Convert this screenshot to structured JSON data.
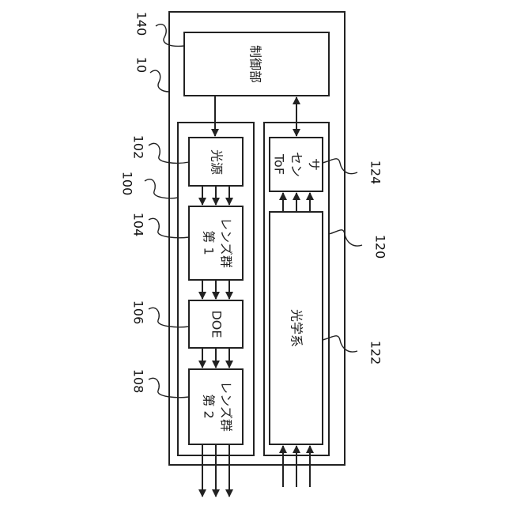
{
  "blocks": {
    "control": "制御部",
    "light_source": "光源",
    "lens1_line1": "第 1",
    "lens1_line2": "レンズ群",
    "doe": "DOE",
    "lens2_line1": "第 2",
    "lens2_line2": "レンズ群",
    "tof_line1": "ToF",
    "tof_line2": "セン",
    "tof_line3": "サ",
    "optics": "光学系"
  },
  "refs": {
    "device": "10",
    "projector": "100",
    "light_source": "102",
    "lens1": "104",
    "doe": "106",
    "lens2": "108",
    "receiver": "120",
    "optics": "122",
    "tof": "124",
    "control": "140"
  }
}
